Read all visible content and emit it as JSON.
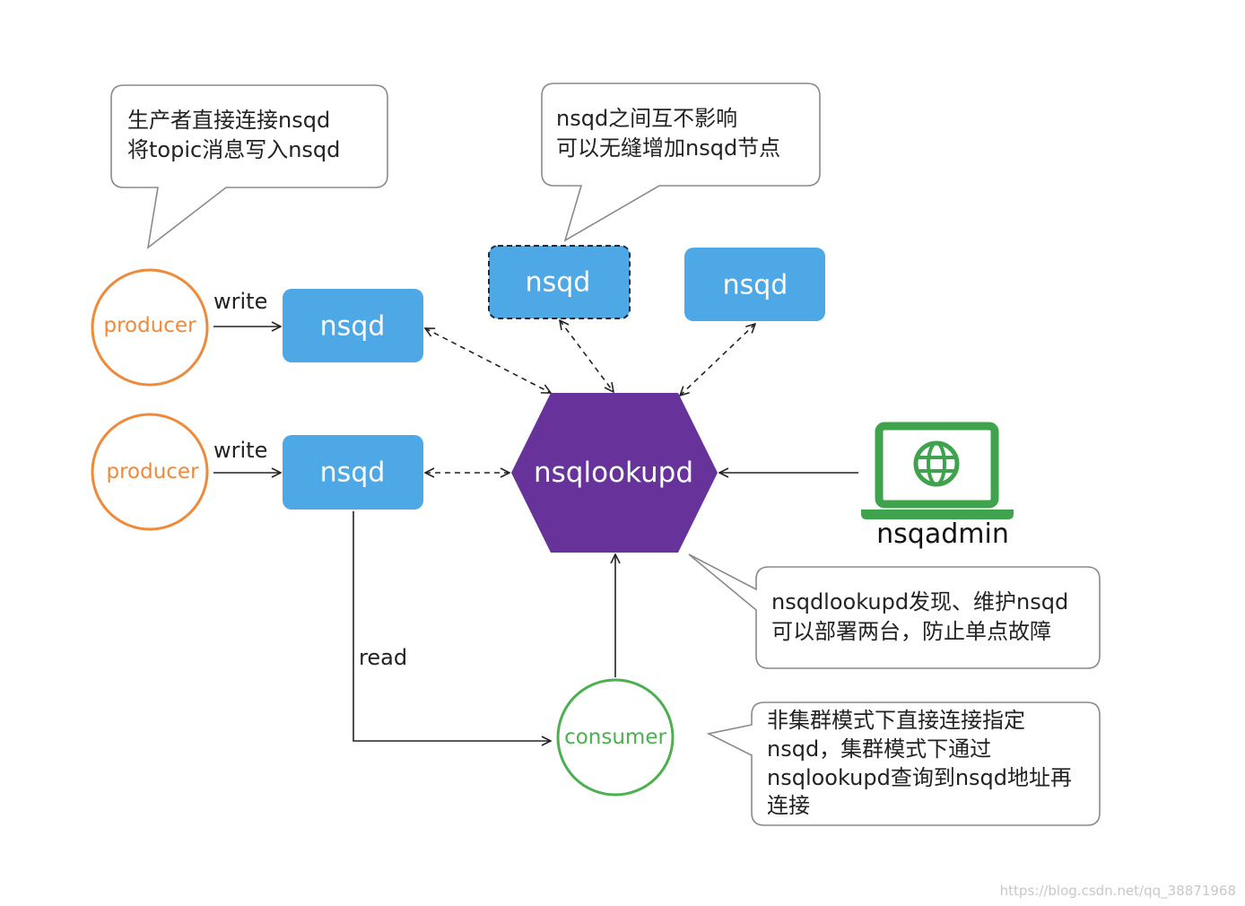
{
  "colors": {
    "nsqd_fill": "#4FA8E6",
    "lookupd_fill": "#67339A",
    "producer_stroke": "#EE8A3A",
    "consumer_stroke": "#4CAF50",
    "admin_green": "#3FA34D",
    "bubble_stroke": "#8a8a8a"
  },
  "bubbles": {
    "producer_note": {
      "lines": [
        "生产者直接连接nsqd",
        "将topic消息写入nsqd"
      ]
    },
    "nsqd_note": {
      "lines": [
        "nsqd之间互不影响",
        "可以无缝增加nsqd节点"
      ]
    },
    "lookupd_note": {
      "lines": [
        "nsqdlookupd发现、维护nsqd",
        "可以部署两台，防止单点故障"
      ]
    },
    "consumer_note": {
      "lines": [
        "非集群模式下直接连接指定",
        "nsqd，集群模式下通过",
        "nsqlookupd查询到nsqd地址再",
        "连接"
      ]
    }
  },
  "nodes": {
    "nsqd_1": "nsqd",
    "nsqd_2": "nsqd",
    "nsqd_3": "nsqd",
    "nsqd_4": "nsqd",
    "lookupd": "nsqlookupd",
    "producer_1": "producer",
    "producer_2": "producer",
    "consumer": "consumer",
    "admin": "nsqadmin"
  },
  "edges": {
    "write_1": "write",
    "write_2": "write",
    "read": "read"
  },
  "watermark": "https://blog.csdn.net/qq_38871968",
  "icons": {
    "admin_icon": "laptop-globe-icon"
  }
}
